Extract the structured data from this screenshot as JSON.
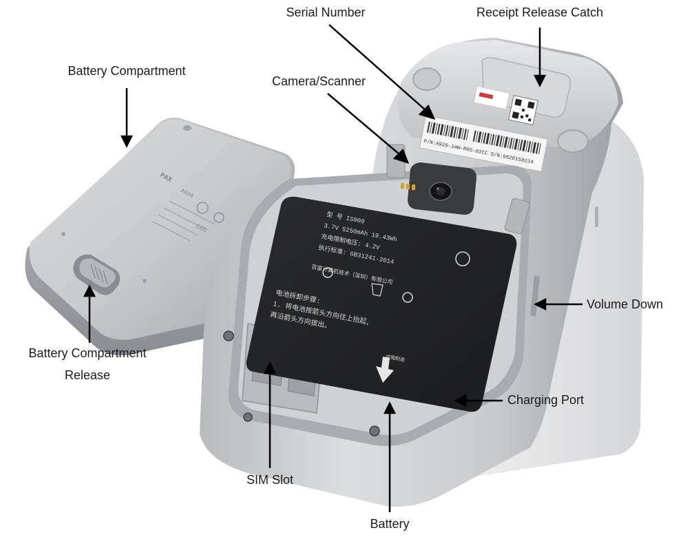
{
  "labels": {
    "serial_number": "Serial Number",
    "receipt_release_catch": "Receipt Release Catch",
    "battery_compartment": "Battery Compartment",
    "camera_scanner": "Camera/Scanner",
    "volume_down": "Volume Down",
    "battery_compartment_release_line1": "Battery Compartment",
    "battery_compartment_release_line2": "Release",
    "charging_port": "Charging Port",
    "sim_slot": "SIM Slot",
    "battery": "Battery"
  },
  "device_text": {
    "cover_brand": "PAX",
    "cover_model": "A920",
    "cover_cert": "CCC",
    "serial_label_line1": "P/N:A920-1HW-R05-02CC  S/N:0820158234",
    "battery_model": "型  号 IS900",
    "battery_spec1": "3.7V 5250mAh 19.43Wh",
    "battery_spec2": "充电限制电压: 4.2V",
    "battery_spec3": "执行标准: GB31241-2014",
    "battery_maker": "百富计算机技术（深圳）有限公司",
    "battery_steps_title": "电池拆卸步骤:",
    "battery_steps_1": "1. 将电池按箭头方向往上抬起,",
    "battery_steps_2": "   再沿箭头方向拔出。",
    "battery_made_in": "中国制造"
  },
  "colors": {
    "silver_light": "#e3e4e6",
    "silver_mid": "#c4c6c9",
    "silver_dark": "#8e9196",
    "battery_black": "#232426",
    "label_text": "#1a1a1a",
    "arrow": "#000000"
  }
}
